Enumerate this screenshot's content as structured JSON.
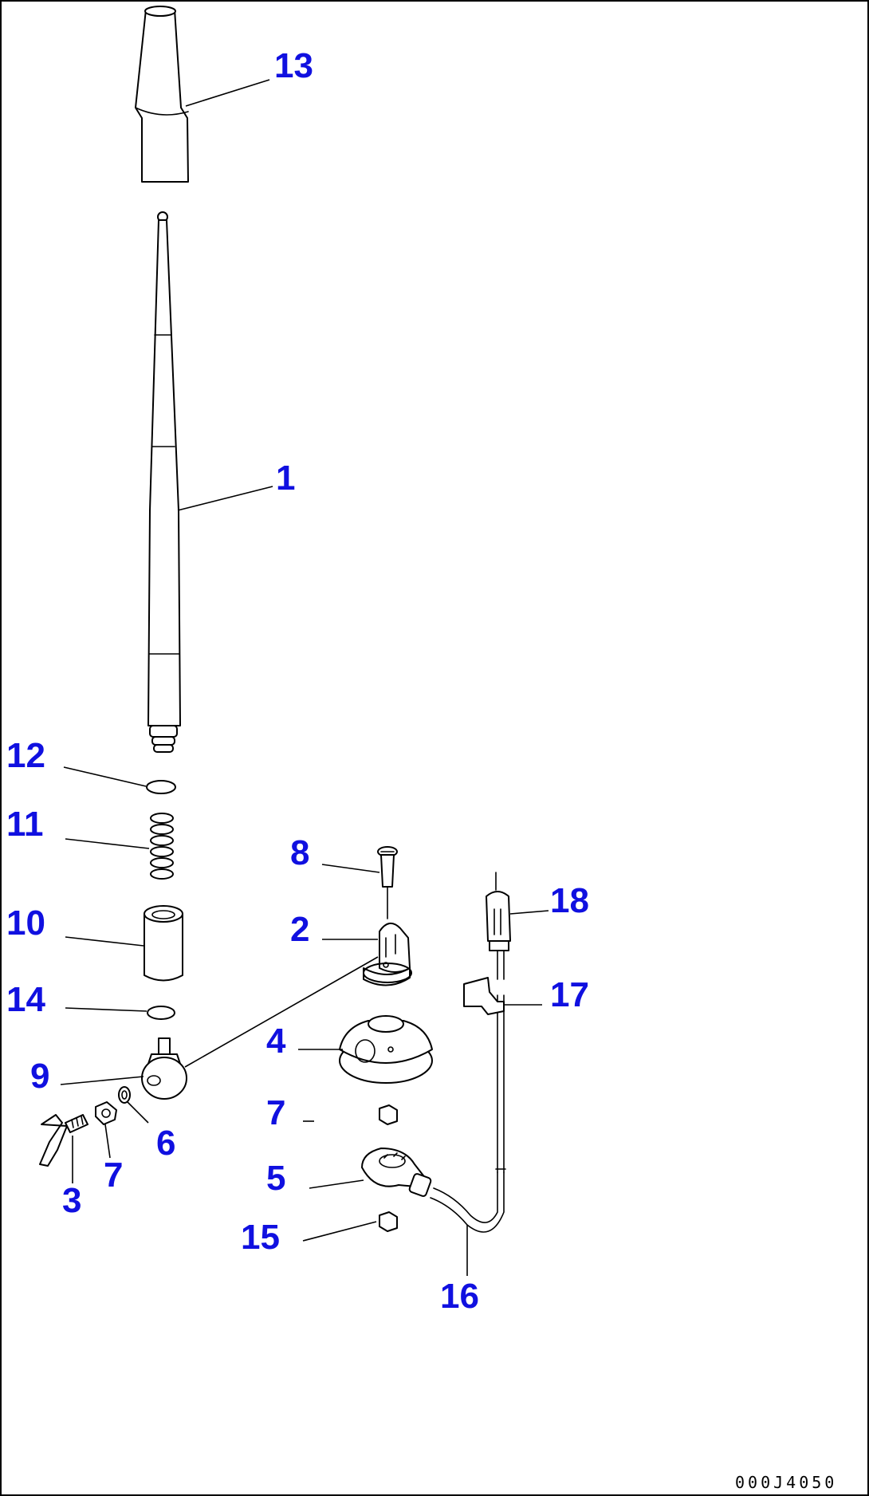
{
  "diagram": {
    "accent_color": "#1010e0",
    "drawing_code": "000J4050",
    "callouts": [
      {
        "id": "c13",
        "label": "13"
      },
      {
        "id": "c1",
        "label": "1"
      },
      {
        "id": "c12",
        "label": "12"
      },
      {
        "id": "c11",
        "label": "11"
      },
      {
        "id": "c10",
        "label": "10"
      },
      {
        "id": "c14",
        "label": "14"
      },
      {
        "id": "c9",
        "label": "9"
      },
      {
        "id": "c3",
        "label": "3"
      },
      {
        "id": "c7a",
        "label": "7"
      },
      {
        "id": "c6",
        "label": "6"
      },
      {
        "id": "c8",
        "label": "8"
      },
      {
        "id": "c2",
        "label": "2"
      },
      {
        "id": "c4",
        "label": "4"
      },
      {
        "id": "c7b",
        "label": "7"
      },
      {
        "id": "c5",
        "label": "5"
      },
      {
        "id": "c15",
        "label": "15"
      },
      {
        "id": "c16",
        "label": "16"
      },
      {
        "id": "c17",
        "label": "17"
      },
      {
        "id": "c18",
        "label": "18"
      }
    ]
  }
}
